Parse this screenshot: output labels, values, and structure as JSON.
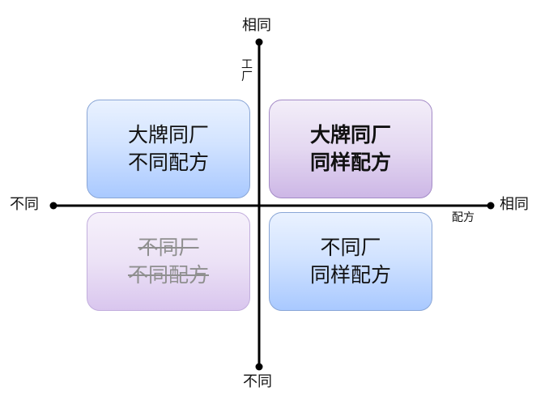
{
  "axes": {
    "top_label": "相同",
    "bottom_label": "不同",
    "left_label": "不同",
    "right_label": "相同",
    "vertical_title_chars": [
      "工",
      "厂"
    ],
    "horizontal_title": "配方"
  },
  "quadrants": {
    "top_left": {
      "line1": "大牌同厂",
      "line2": "不同配方"
    },
    "top_right": {
      "line1": "大牌同厂",
      "line2": "同样配方"
    },
    "bottom_left": {
      "line1": "不同厂",
      "line2": "不同配方"
    },
    "bottom_right": {
      "line1": "不同厂",
      "line2": "同样配方"
    }
  }
}
